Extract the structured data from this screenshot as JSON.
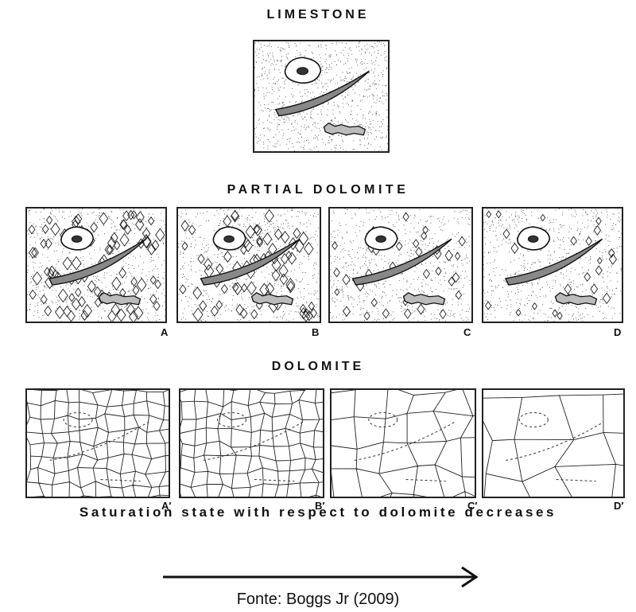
{
  "figure": {
    "titles": {
      "limestone": "LIMESTONE",
      "partial": "PARTIAL DOLOMITE",
      "dolomite": "DOLOMITE"
    },
    "partial_panels": [
      "A",
      "B",
      "C",
      "D"
    ],
    "dolomite_panels": [
      "A′",
      "B′",
      "C′",
      "D′"
    ],
    "caption": "Saturation state with respect to dolomite decreases",
    "source": "Fonte: Boggs Jr (2009)"
  }
}
